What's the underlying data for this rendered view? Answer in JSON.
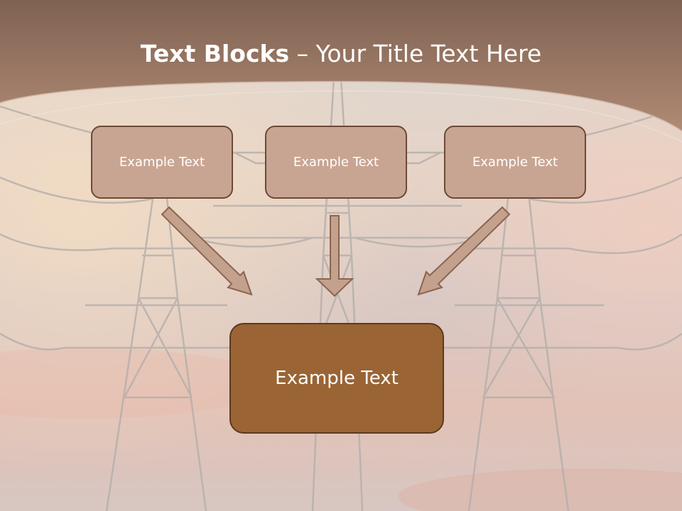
{
  "slide": {
    "title_bold": "Text Blocks",
    "title_sep": " – ",
    "title_rest": "Your Title Text Here",
    "blocks": [
      {
        "label": "Example Text"
      },
      {
        "label": "Example Text"
      },
      {
        "label": "Example Text"
      }
    ],
    "main_block": {
      "label": "Example Text"
    }
  },
  "colors": {
    "header": "#a47e6a",
    "small_box_fill": "#c8a592",
    "small_box_border": "#6b4a36",
    "main_box_fill": "#9a6434",
    "main_box_border": "#5a3a20",
    "arrow_fill": "#c4a18c",
    "arrow_stroke": "#8a6550"
  }
}
